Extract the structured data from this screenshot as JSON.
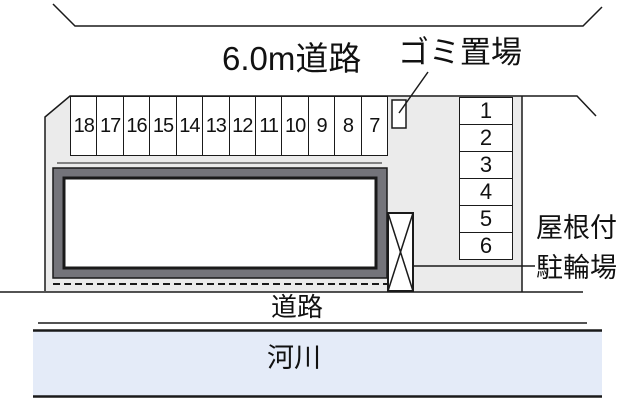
{
  "diagram": {
    "top_road_label": "6.0m道路",
    "garbage_label": "ゴミ置場",
    "covered_bike_parking_label": {
      "line1": "屋根付",
      "line2": "駐輪場"
    },
    "bottom_road_label": "道路",
    "river_label": "河川",
    "parking_row_stalls": [
      "18",
      "17",
      "16",
      "15",
      "14",
      "13",
      "12",
      "11",
      "10",
      "9",
      "8",
      "7"
    ],
    "side_parking_stalls": [
      "1",
      "2",
      "3",
      "4",
      "5",
      "6"
    ],
    "colors": {
      "line": "#1a1a1a",
      "lot_fill": "#ebebeb",
      "building_band": "#74747a",
      "river_fill": "#e4ebf8"
    }
  }
}
